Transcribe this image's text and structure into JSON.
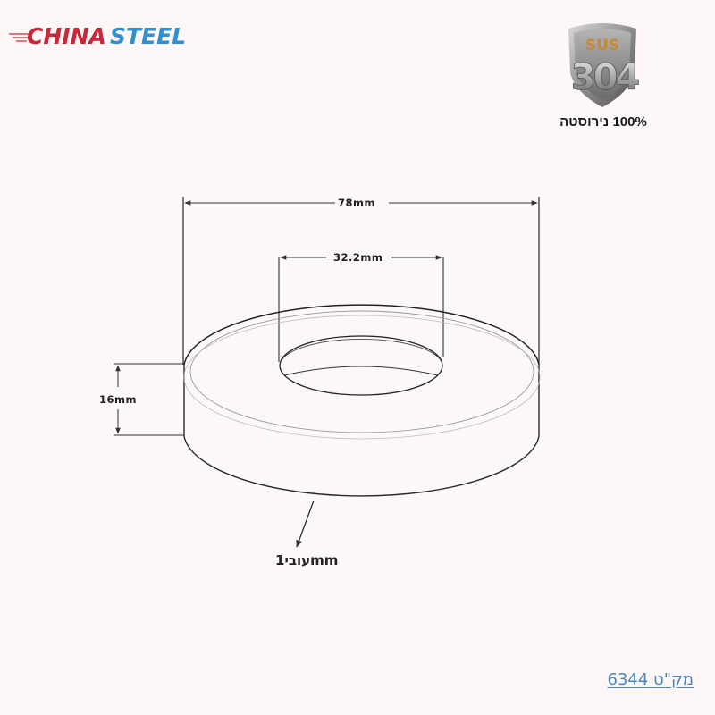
{
  "brand": {
    "logo_text_part1": "CHINA",
    "logo_text_part2": "STEEL",
    "color_part1": "#c8283a",
    "color_part2": "#2f8fd0"
  },
  "material_badge": {
    "top_text": "SUS",
    "grade": "304",
    "caption": "100% נירוסטה",
    "icon": "shield-icon"
  },
  "dimensions": {
    "outer_diameter": "78mm",
    "inner_diameter": "32.2mm",
    "height": "16mm",
    "thickness": "עובי1mm"
  },
  "product": {
    "sku_label": "מק\"ט 6344"
  },
  "colors": {
    "background": "#fdf8f7",
    "line": "#222222",
    "sku_link": "#4a86bb"
  }
}
